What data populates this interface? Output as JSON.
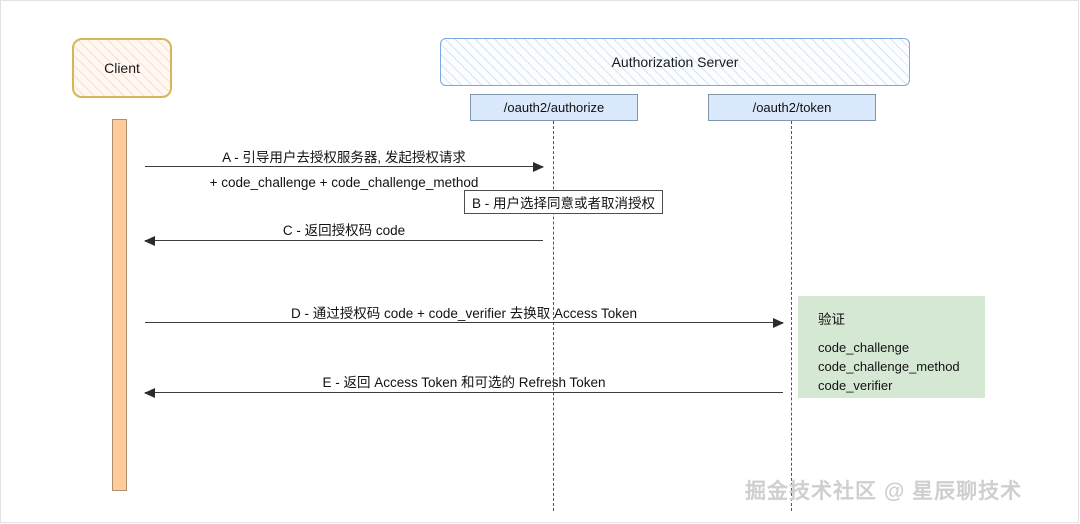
{
  "diagram": {
    "type": "sequence-diagram",
    "title": "OAuth2 PKCE Authorization Code Flow"
  },
  "actors": {
    "client": {
      "label": "Client",
      "border_color": "#d6b656",
      "fill_color": "#fff9f2"
    },
    "auth_server": {
      "label": "Authorization Server",
      "border_color": "#7ea6e0",
      "fill_color": "#fbfdff"
    }
  },
  "endpoints": [
    {
      "label": "/oauth2/authorize",
      "fill_color": "#dae8fc",
      "border_color": "#8097ab"
    },
    {
      "label": "/oauth2/token",
      "fill_color": "#dae8fc",
      "border_color": "#8097ab"
    }
  ],
  "messages": [
    {
      "id": "A",
      "label": "A - 引导用户去授权服务器, 发起授权请求",
      "sublabel": "+ code_challenge + code_challenge_method",
      "direction": "right",
      "from": "client",
      "to": "/oauth2/authorize"
    },
    {
      "id": "C",
      "label": "C - 返回授权码 code",
      "direction": "left",
      "from": "/oauth2/authorize",
      "to": "client"
    },
    {
      "id": "D",
      "label": "D - 通过授权码 code + code_verifier 去换取 Access Token",
      "direction": "right",
      "from": "client",
      "to": "/oauth2/token"
    },
    {
      "id": "E",
      "label": "E - 返回 Access Token 和可选的 Refresh Token",
      "direction": "left",
      "from": "/oauth2/token",
      "to": "client"
    }
  ],
  "note": {
    "id": "B",
    "label": "B - 用户选择同意或者取消授权"
  },
  "verification": {
    "title": "验证",
    "fill_color": "#d5e8d4",
    "items": [
      "code_challenge",
      "code_challenge_method",
      "code_verifier"
    ]
  },
  "watermark": {
    "text": "掘金技术社区 @ 星辰聊技术"
  }
}
